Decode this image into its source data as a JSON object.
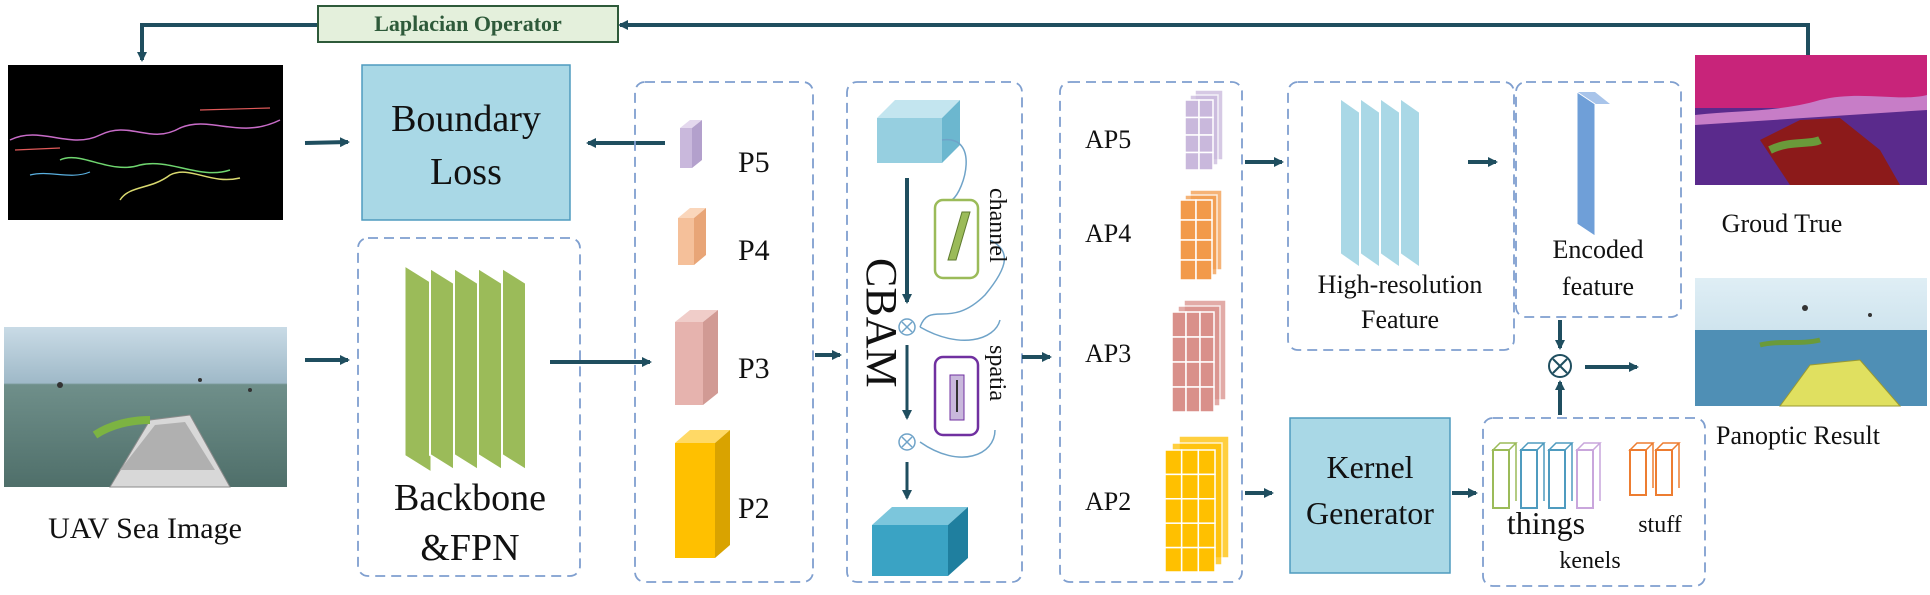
{
  "top_bar": {
    "label": "Laplacian Operator"
  },
  "boundary_loss": {
    "line1": "Boundary",
    "line2": "Loss"
  },
  "backbone": {
    "line1": "Backbone",
    "line2": "&FPN"
  },
  "uav_image": {
    "caption": "UAV Sea Image"
  },
  "pyramid": {
    "p5": "P5",
    "p4": "P4",
    "p3": "P3",
    "p2": "P2"
  },
  "cbam": {
    "label": "CBAM",
    "channel": "channel",
    "spatial": "spatia"
  },
  "attended": {
    "ap5": "AP5",
    "ap4": "AP4",
    "ap3": "AP3",
    "ap2": "AP2"
  },
  "high_res": {
    "line1": "High-resolution",
    "line2": "Feature"
  },
  "encoded": {
    "line1": "Encoded",
    "line2": "feature"
  },
  "ground_truth": {
    "caption": "Groud True"
  },
  "panoptic": {
    "caption": "Panoptic Result"
  },
  "kernel_gen": {
    "line1": "Kernel",
    "line2": "Generator"
  },
  "kernels": {
    "things": "things",
    "stuff": "stuff",
    "kenels": "kenels"
  },
  "colors": {
    "arrow": "#1f4e5f",
    "dash": "#7f9fcf",
    "box_fill": "#a9d8e6",
    "backbone_green": "#9bbb59",
    "p5": "#c9b8dc",
    "p4": "#f5c09a",
    "p3": "#e6b3ae",
    "p2": "#ffc000",
    "cube_top": "#96cfe0",
    "cube_bottom": "#3aa3c4",
    "ap5": "#c9b8dc",
    "ap4": "#f29a4a",
    "ap3": "#d9908a",
    "ap2": "#ffc000",
    "hr_cyan": "#a9d8e6",
    "enc_blue": "#6f9fd8",
    "operator_box": "#e4f0dc",
    "operator_border": "#2e5a3a"
  }
}
